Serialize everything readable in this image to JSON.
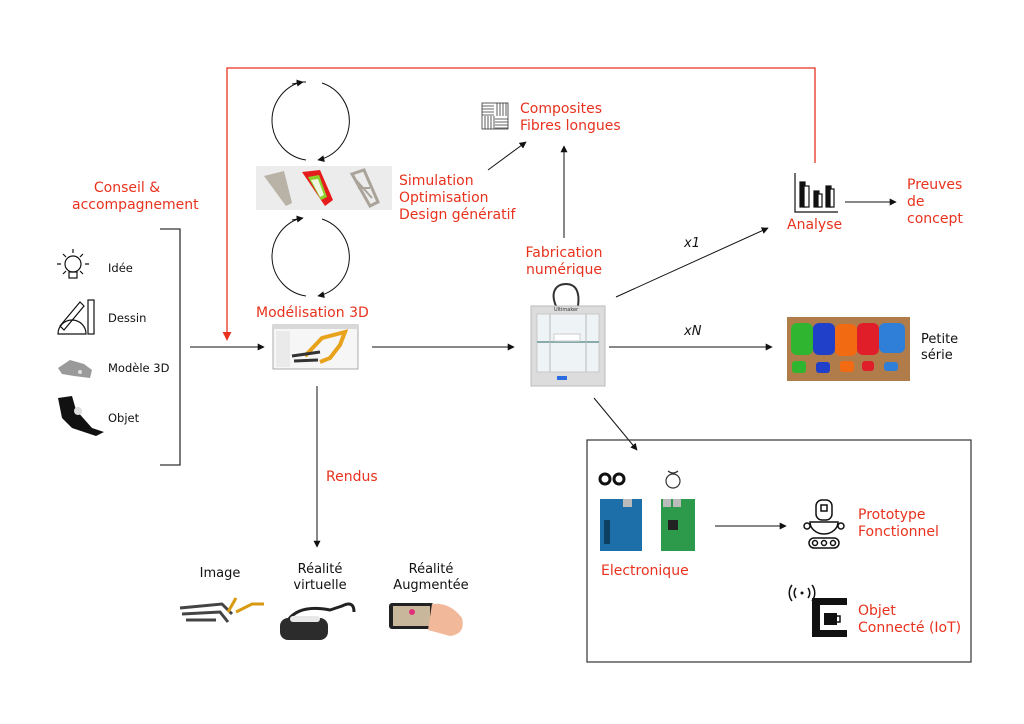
{
  "colors": {
    "accent": "#e8321e",
    "line": "#111111",
    "feedback": "#e8321e"
  },
  "inputs": {
    "title": "Conseil & accompagnement",
    "items": [
      {
        "label": "Idée",
        "icon": "lightbulb-icon"
      },
      {
        "label": "Dessin",
        "icon": "pencil-ruler-icon"
      },
      {
        "label": "Modèle 3D",
        "icon": "3d-model-icon"
      },
      {
        "label": "Objet",
        "icon": "object-icon"
      }
    ]
  },
  "modeling": {
    "label": "Modélisation 3D",
    "simulation_lines": [
      "Simulation",
      "Optimisation",
      "Design génératif"
    ],
    "renders": {
      "label": "Rendus",
      "items": [
        {
          "label_lines": [
            "Image"
          ]
        },
        {
          "label_lines": [
            "Réalité",
            "virtuelle"
          ]
        },
        {
          "label_lines": [
            "Réalité",
            "Augmentée"
          ]
        }
      ]
    }
  },
  "fabrication": {
    "label_lines": [
      "Fabrication",
      "numérique"
    ],
    "printer_brand": "Ultimaker",
    "composites_lines": [
      "Composites",
      "Fibres longues"
    ]
  },
  "outputs": {
    "x1_label": "x1",
    "xn_label": "xN",
    "analysis": "Analyse",
    "proof_lines": [
      "Preuves",
      "de",
      "concept"
    ],
    "small_series_lines": [
      "Petite",
      "série"
    ]
  },
  "electronics": {
    "label": "Electronique",
    "prototype_lines": [
      "Prototype",
      "Fonctionnel"
    ],
    "iot_lines": [
      "Objet",
      "Connecté (IoT)"
    ]
  }
}
